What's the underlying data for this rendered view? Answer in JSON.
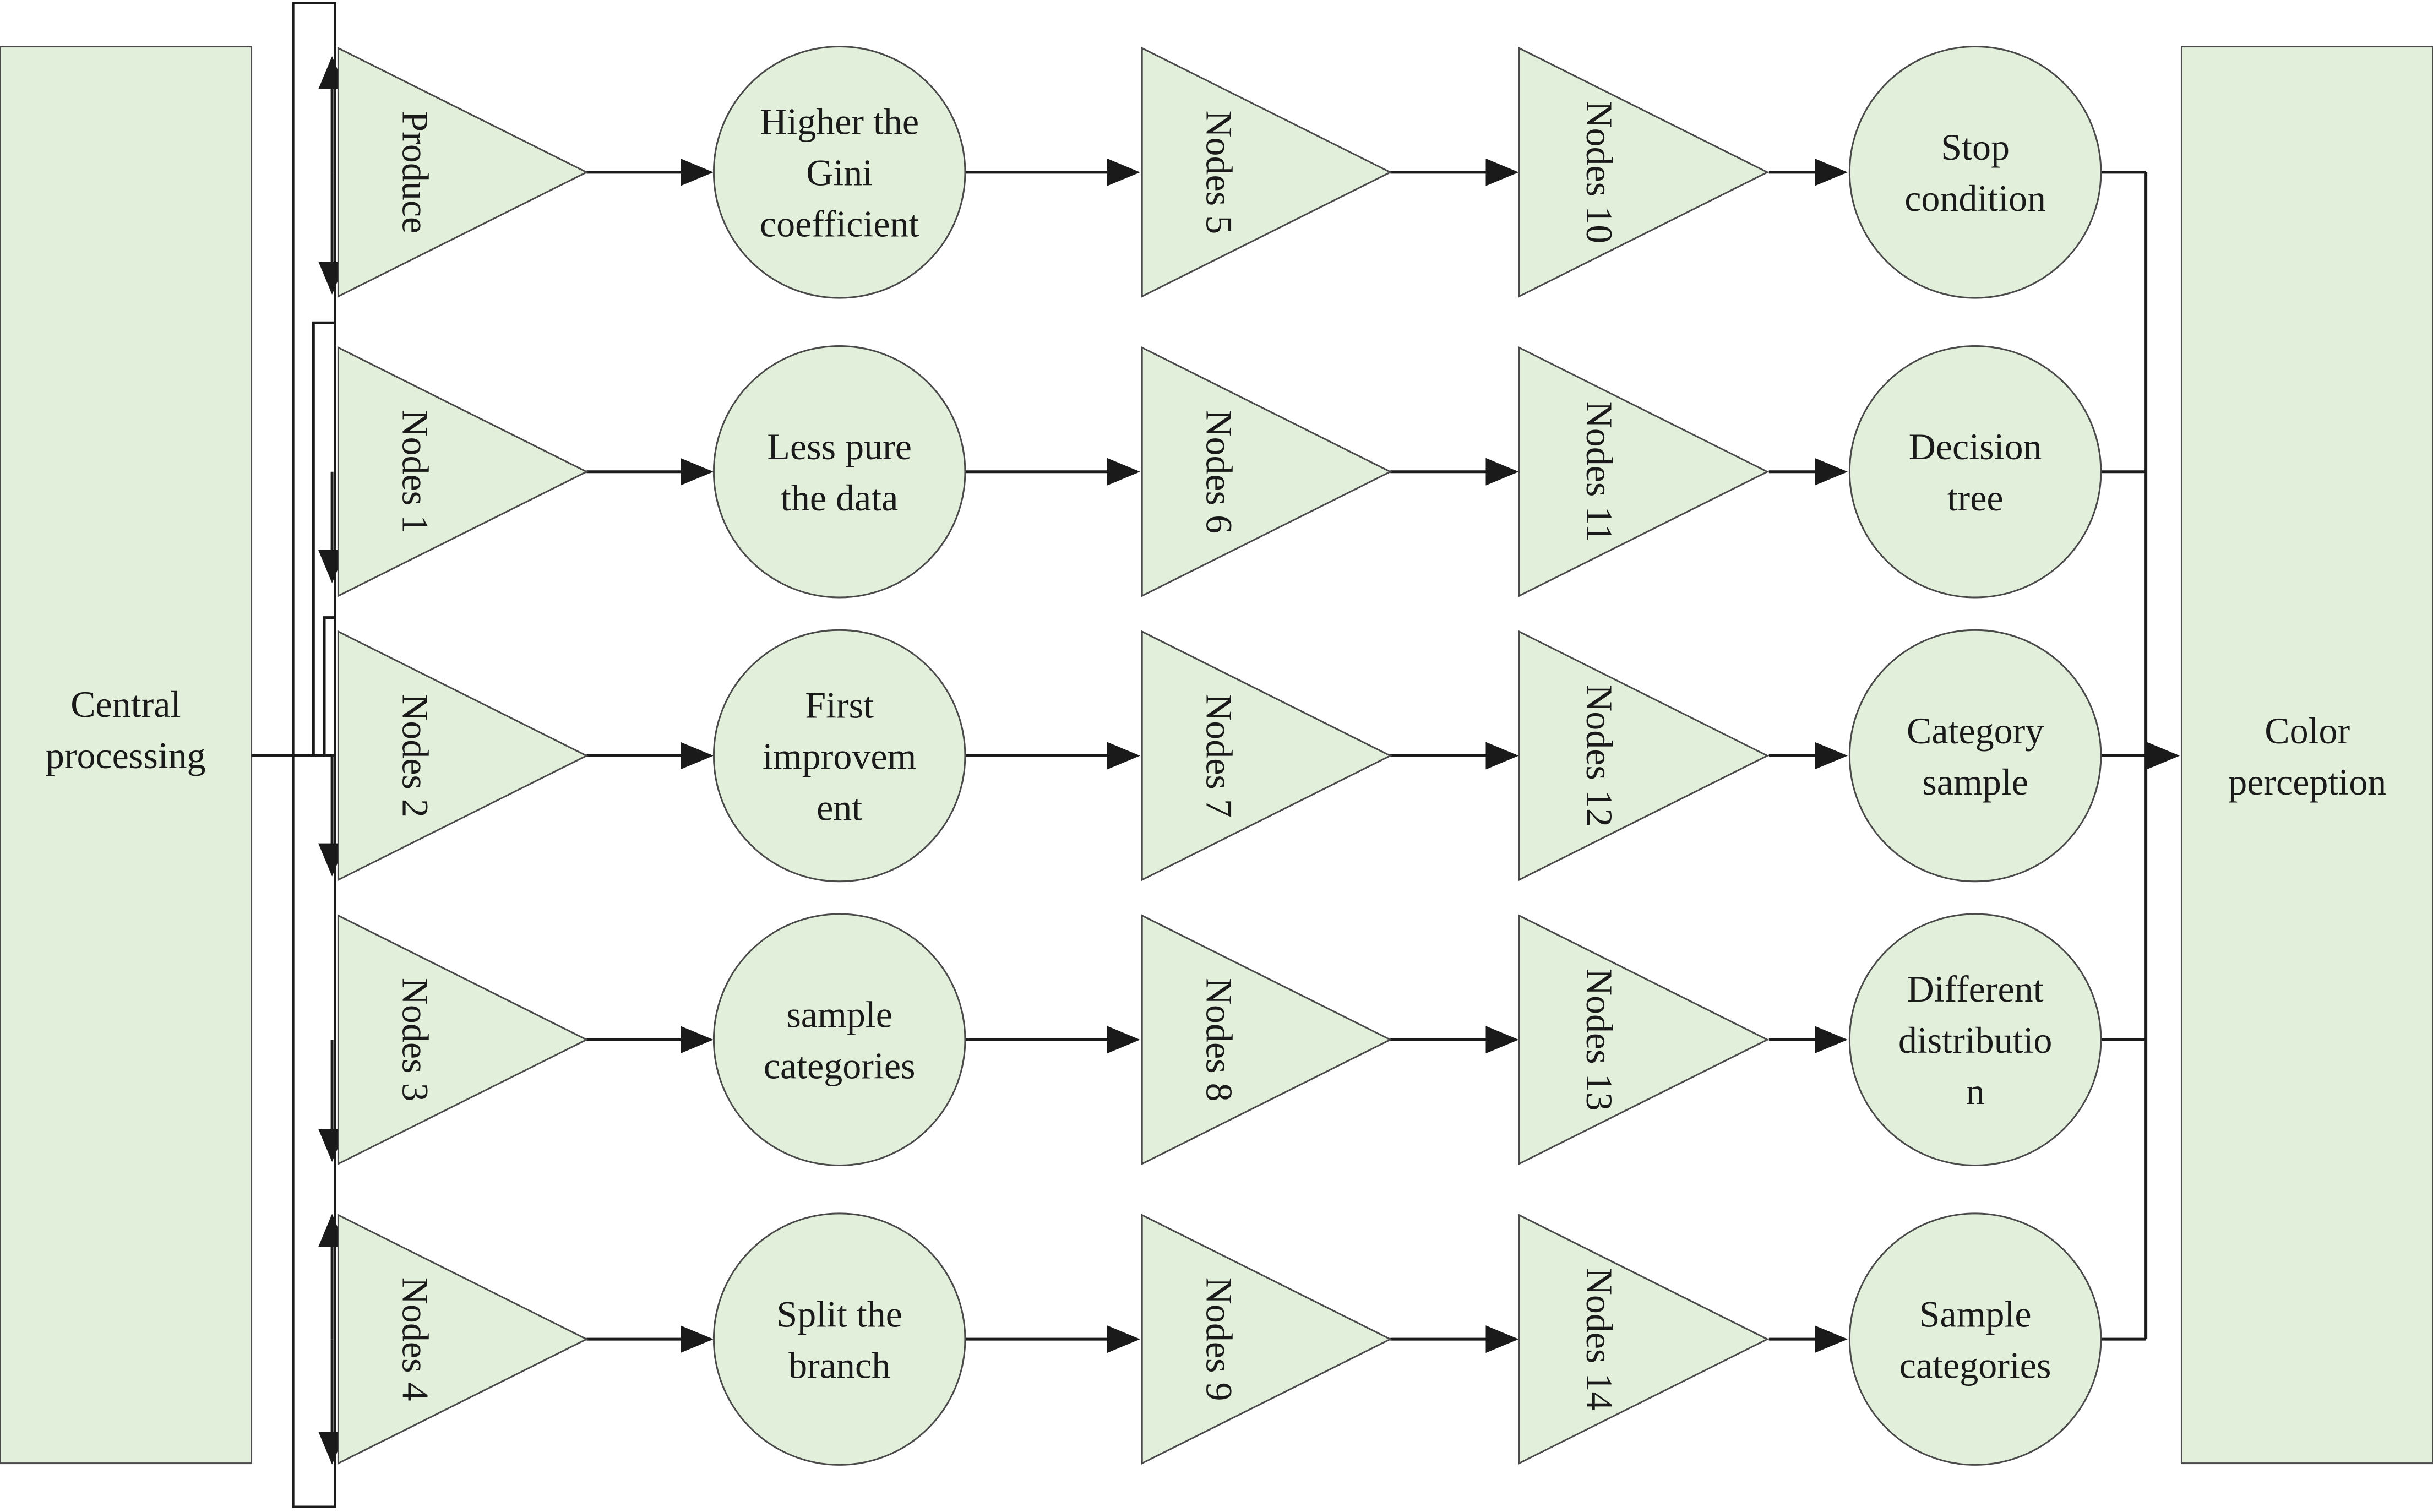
{
  "colors": {
    "shape_fill": "#e2efda",
    "shape_stroke": "#4a4a4a",
    "line": "#1a1a1a"
  },
  "left_block": {
    "lines": [
      "Central",
      "processing"
    ]
  },
  "right_block": {
    "lines": [
      "Color",
      "perception"
    ]
  },
  "rows": [
    {
      "node_a": "Produce",
      "circle1": [
        "Higher the",
        "Gini",
        "coefficient"
      ],
      "node_b": "Nodes 5",
      "node_c": "Nodes 10",
      "circle2": [
        "Stop",
        "condition"
      ]
    },
    {
      "node_a": "Nodes 1",
      "circle1": [
        "Less pure",
        "the data"
      ],
      "node_b": "Nodes 6",
      "node_c": "Nodes 11",
      "circle2": [
        "Decision",
        "tree"
      ]
    },
    {
      "node_a": "Nodes 2",
      "circle1": [
        "First",
        "improvem",
        "ent"
      ],
      "node_b": "Nodes 7",
      "node_c": "Nodes 12",
      "circle2": [
        "Category",
        "sample"
      ]
    },
    {
      "node_a": "Nodes 3",
      "circle1": [
        "sample",
        "categories"
      ],
      "node_b": "Nodes 8",
      "node_c": "Nodes 13",
      "circle2": [
        "Different",
        "distributio",
        "n"
      ]
    },
    {
      "node_a": "Nodes 4",
      "circle1": [
        "Split the",
        "branch"
      ],
      "node_b": "Nodes 9",
      "node_c": "Nodes 14",
      "circle2": [
        "Sample",
        "categories"
      ]
    }
  ]
}
